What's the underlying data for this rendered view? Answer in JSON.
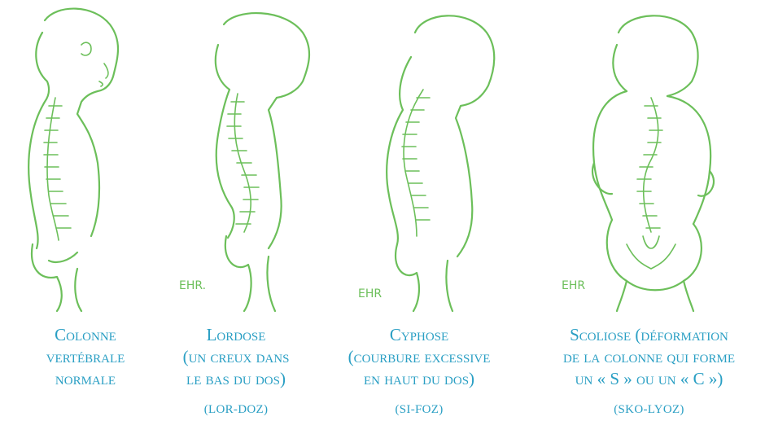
{
  "panels": [
    {
      "caption_lines": [
        "Colonne",
        "vertébrale",
        "normale"
      ],
      "pronunciation": ""
    },
    {
      "caption_lines": [
        "Lordose",
        "(un creux dans",
        "le bas du dos)"
      ],
      "pronunciation": "(LOR-DOZ)"
    },
    {
      "caption_lines": [
        "Cyphose",
        "(courbure excessive",
        "en haut du dos)"
      ],
      "pronunciation": "(SI-FOZ)"
    },
    {
      "caption_lines": [
        "Scoliose (déformation",
        "de la colonne qui forme",
        "un « S » ou un « C »)"
      ],
      "pronunciation": "(SKO-LYOZ)"
    }
  ],
  "signature": "EHR",
  "colors": {
    "drawing": "#6cbf5a",
    "caption": "#2a9fc4"
  }
}
